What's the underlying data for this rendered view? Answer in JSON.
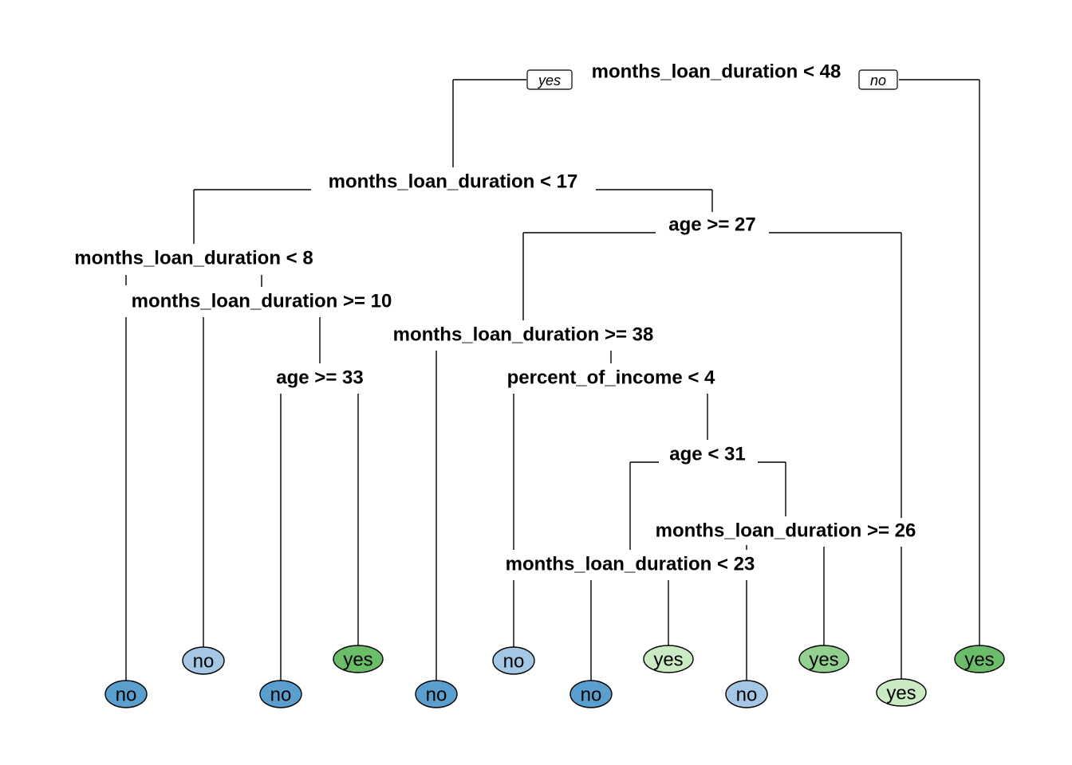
{
  "tree": {
    "branch_labels": {
      "left": "yes",
      "right": "no"
    },
    "colors": {
      "no_dark": "#5a9fce",
      "no_light": "#a3c7e4",
      "yes_dark": "#6cbd6a",
      "yes_mid": "#92d08f",
      "yes_light": "#c9eac3"
    },
    "splits": [
      {
        "id": "n1",
        "label": "months_loan_duration < 48"
      },
      {
        "id": "n2",
        "label": "months_loan_duration < 17"
      },
      {
        "id": "n3",
        "label": "age >= 27"
      },
      {
        "id": "n4",
        "label": "months_loan_duration < 8"
      },
      {
        "id": "n5",
        "label": "months_loan_duration >= 10"
      },
      {
        "id": "n6",
        "label": "age >= 33"
      },
      {
        "id": "n7",
        "label": "months_loan_duration >= 38"
      },
      {
        "id": "n8",
        "label": "percent_of_income < 4"
      },
      {
        "id": "n9",
        "label": "age < 31"
      },
      {
        "id": "n10",
        "label": "months_loan_duration >= 26"
      },
      {
        "id": "n11",
        "label": "months_loan_duration < 23"
      }
    ],
    "leaves": [
      {
        "id": "l1",
        "label": "no",
        "color": "no_dark"
      },
      {
        "id": "l2",
        "label": "no",
        "color": "no_light"
      },
      {
        "id": "l3",
        "label": "no",
        "color": "no_dark"
      },
      {
        "id": "l4",
        "label": "yes",
        "color": "yes_dark"
      },
      {
        "id": "l5",
        "label": "no",
        "color": "no_dark"
      },
      {
        "id": "l6",
        "label": "no",
        "color": "no_light"
      },
      {
        "id": "l7",
        "label": "no",
        "color": "no_dark"
      },
      {
        "id": "l8",
        "label": "yes",
        "color": "yes_light"
      },
      {
        "id": "l9",
        "label": "no",
        "color": "no_light"
      },
      {
        "id": "l10",
        "label": "yes",
        "color": "yes_mid"
      },
      {
        "id": "l11",
        "label": "yes",
        "color": "yes_light"
      },
      {
        "id": "l12",
        "label": "yes",
        "color": "yes_dark"
      }
    ]
  }
}
